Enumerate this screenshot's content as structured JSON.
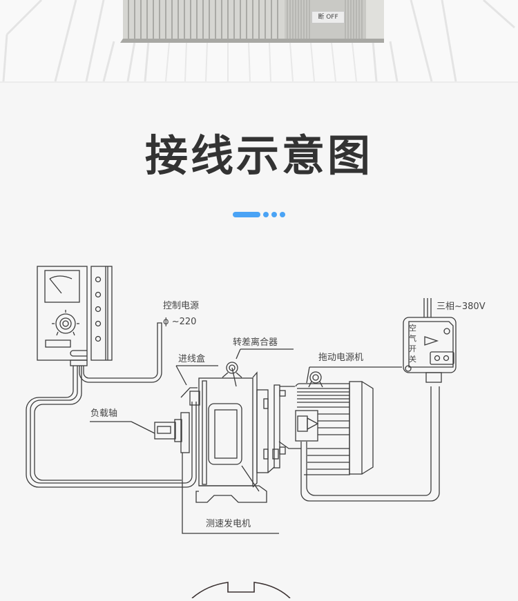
{
  "top_device": {
    "switch_label": "断 OFF"
  },
  "section": {
    "title": "接线示意图",
    "indicator": {
      "active_index": 0,
      "count": 4,
      "color": "#4aa3f5"
    }
  },
  "diagram": {
    "labels": {
      "control_power": "控制电源",
      "control_voltage": "ϕ ~220",
      "clutch": "转差离合器",
      "junction_box": "进线盒",
      "drive_motor": "拖动电源机",
      "three_phase": "三相~380V",
      "air_switch": [
        "空",
        "气",
        "开",
        "关"
      ],
      "load_shaft": "负载轴",
      "tacho_generator": "测速发电机"
    },
    "line_color": "#3a3a3a"
  }
}
